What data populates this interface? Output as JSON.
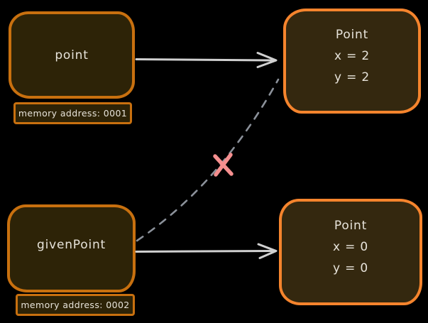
{
  "diagram": {
    "variables": {
      "point": {
        "label": "point",
        "memory": "memory address: 0001"
      },
      "given_point": {
        "label": "givenPoint",
        "memory": "memory address: 0002"
      }
    },
    "objects": {
      "point_a": {
        "title": "Point",
        "x_field": "x = 2",
        "y_field": "y = 2"
      },
      "point_b": {
        "title": "Point",
        "x_field": "x = 0",
        "y_field": "y = 0"
      }
    },
    "icons": {
      "x_mark": "x-mark (broken reference)",
      "solid_arrow": "reference arrow",
      "dashed_arrow": "old reference (invalid)"
    }
  },
  "colors": {
    "background": "#000000",
    "variable_box_border": "#c8700f",
    "object_box_border": "#f5842d",
    "box_fill": "#2d2307",
    "text": "#e7e3da",
    "solid_arrow": "#d0d0d0",
    "dashed_line": "#8b919a",
    "x_mark": "#f58f8f"
  }
}
